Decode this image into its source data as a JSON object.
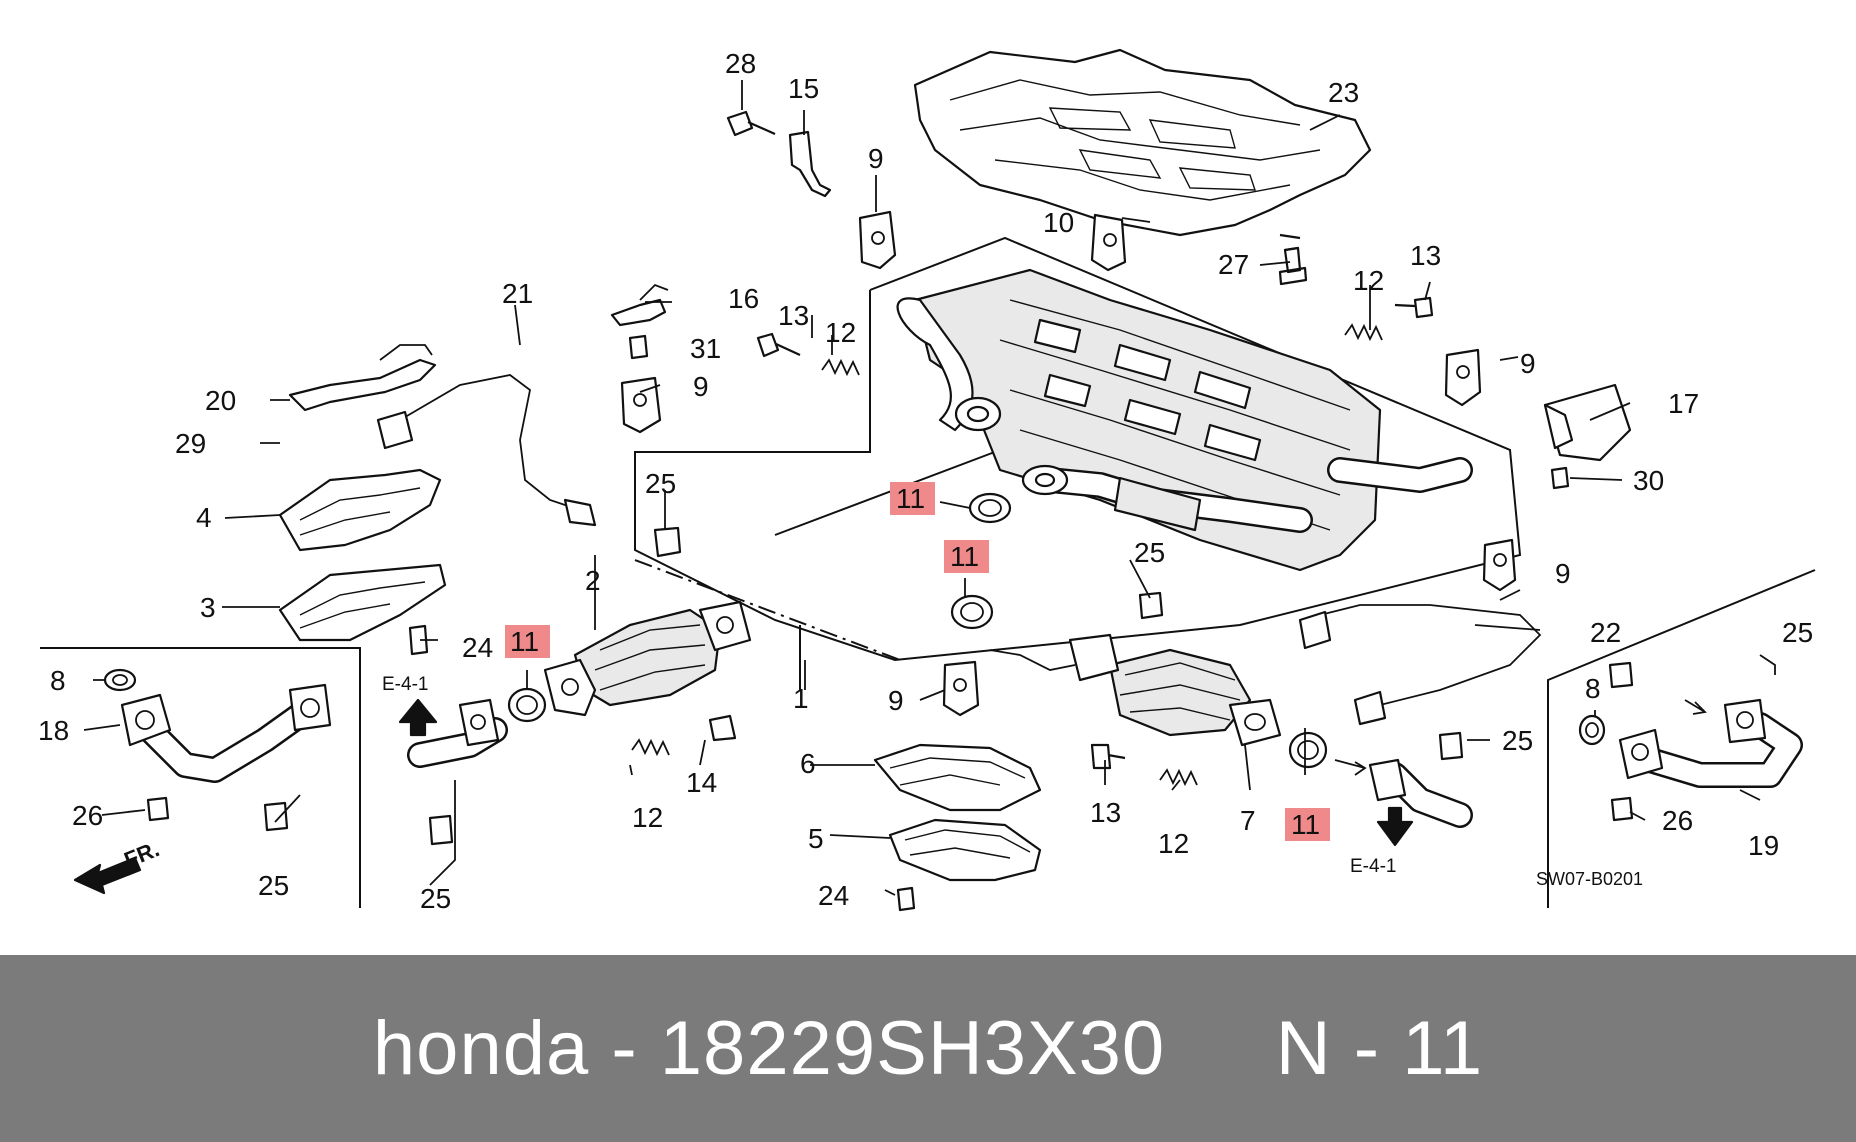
{
  "footer": {
    "caption": "honda - 18229SH3X30     N - 11"
  },
  "diagram": {
    "drawing_code": "SW07-B0201",
    "refs": {
      "e41_left": "E-4-1",
      "e41_right": "E-4-1",
      "fr": "FR."
    },
    "callouts": [
      "28",
      "15",
      "9",
      "23",
      "10",
      "27",
      "12",
      "13",
      "21",
      "16",
      "13",
      "12",
      "31",
      "9",
      "20",
      "29",
      "4",
      "3",
      "11",
      "11",
      "25",
      "25",
      "2",
      "24",
      "11",
      "8",
      "18",
      "26",
      "25",
      "25",
      "1",
      "9",
      "12",
      "14",
      "6",
      "5",
      "24",
      "13",
      "12",
      "7",
      "11",
      "25",
      "22",
      "9",
      "9",
      "17",
      "30",
      "25",
      "8",
      "26",
      "19"
    ],
    "highlight_color": "#f08a8a"
  }
}
